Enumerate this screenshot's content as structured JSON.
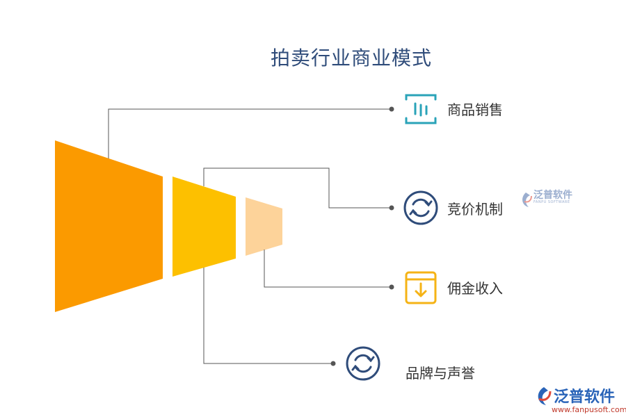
{
  "title": "拍卖行业商业模式",
  "items": [
    {
      "label": "商品销售",
      "icon": "bar-chart-icon",
      "color": "#2aa3b8"
    },
    {
      "label": "竞价机制",
      "icon": "refresh-icon",
      "color": "#2f4c7a"
    },
    {
      "label": "佣金收入",
      "icon": "download-box-icon",
      "color": "#f5b316"
    },
    {
      "label": "品牌与声誉",
      "icon": "refresh-icon",
      "color": "#2f4c7a"
    }
  ],
  "segments_colors": [
    "#fb9a00",
    "#fdc000",
    "#fdd39a"
  ],
  "watermark": {
    "name": "泛普软件",
    "sub": "FANPU SOFTWARE"
  },
  "logo": {
    "name": "泛普软件",
    "url": "www.fanpusoft.com"
  }
}
